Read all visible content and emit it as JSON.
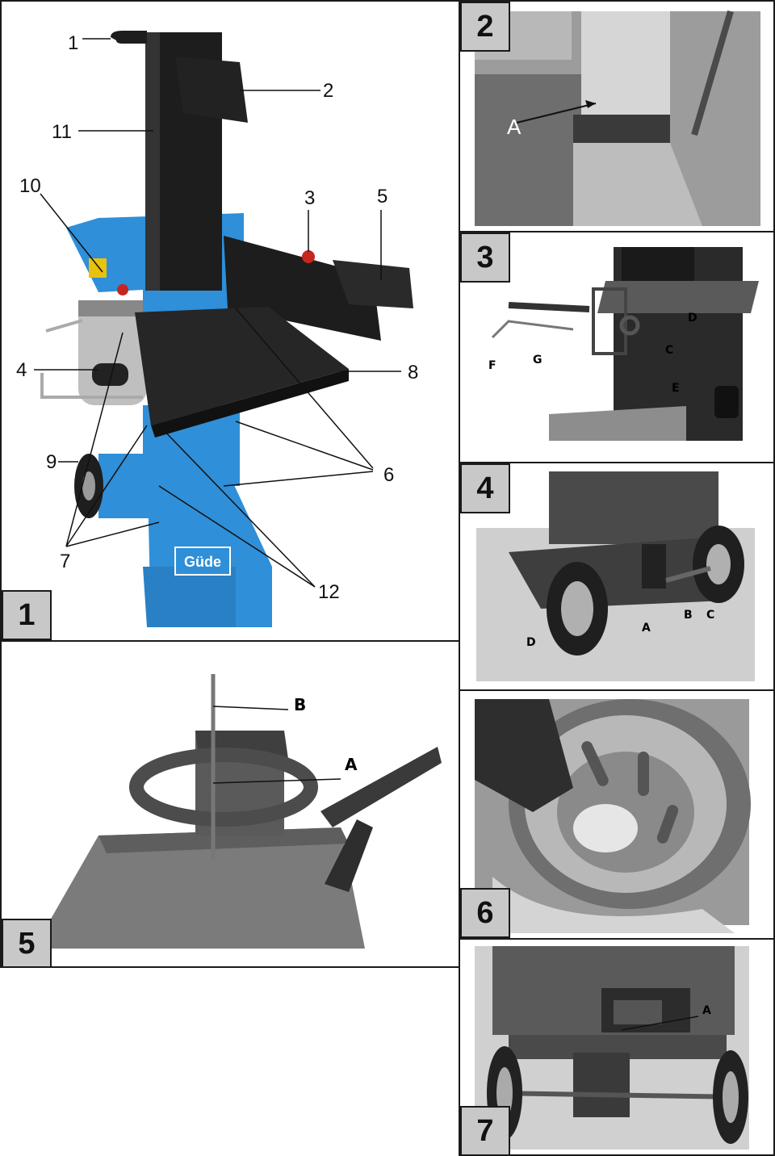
{
  "figure_numbers": {
    "f1": "1",
    "f2": "2",
    "f3": "3",
    "f4": "4",
    "f5": "5",
    "f6": "6",
    "f7": "7"
  },
  "fig1_labels": {
    "l1": "1",
    "l2": "2",
    "l3": "3",
    "l4": "4",
    "l5": "5",
    "l6": "6",
    "l7": "7",
    "l8": "8",
    "l9": "9",
    "l10": "10",
    "l11": "11",
    "l12": "12"
  },
  "fig1_brand": "Güde",
  "fig2_labels": {
    "a": "A"
  },
  "fig3_labels": {
    "c": "C",
    "d": "D",
    "e": "E",
    "f": "F",
    "g": "G"
  },
  "fig4_labels": {
    "a": "A",
    "b": "B",
    "c": "C",
    "d": "D"
  },
  "fig5_labels": {
    "a": "A",
    "b": "B"
  },
  "fig7_labels": {
    "a": "A"
  },
  "colors": {
    "machine_blue": "#2f8fd8",
    "machine_black": "#1d1d1d",
    "frame": "#1a1a1a",
    "tag_gray": "#c8c8c8"
  }
}
